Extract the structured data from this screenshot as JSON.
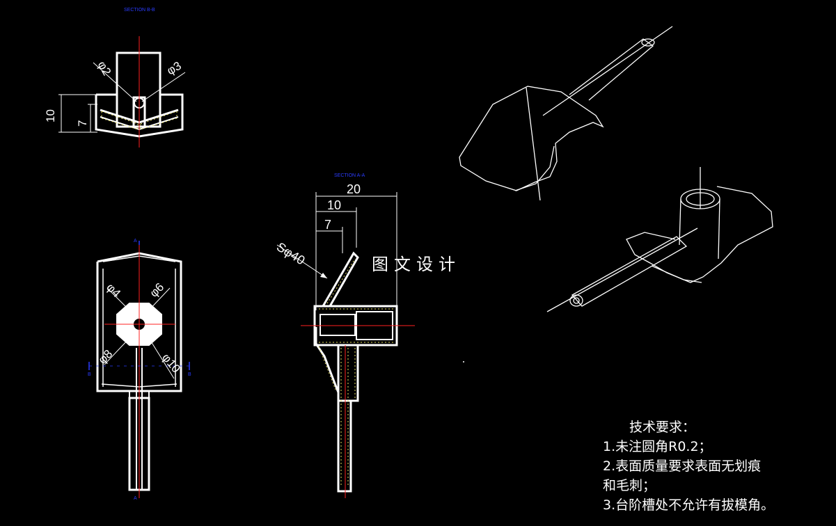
{
  "section_labels": {
    "top": "SECTION B-B",
    "middle": "SECTION A-A",
    "cut_a": "A",
    "cut_b": "B"
  },
  "dimensions": {
    "top_view": {
      "phi_left": "φ2",
      "phi_right": "φ3",
      "height_outer": "10",
      "height_inner": "7"
    },
    "front_view": {
      "d4": "φ4",
      "d6": "φ6",
      "d8": "φ8",
      "d10": "φ10"
    },
    "section_aa": {
      "w20": "20",
      "w10": "10",
      "w7": "7",
      "sphere": "Sφ40"
    }
  },
  "watermark": "图文设计",
  "technical_notes": {
    "title": "技术要求：",
    "items": [
      "1.未注圆角R0.2；",
      "2.表面质量要求表面无划痕",
      "和毛刺；",
      "3.台阶槽处不允许有拔模角。"
    ]
  },
  "colors": {
    "background": "#000000",
    "outline": "#ffffff",
    "centerline": "#ff2020",
    "hatch": "#e8e060",
    "label": "#2a3cff"
  }
}
